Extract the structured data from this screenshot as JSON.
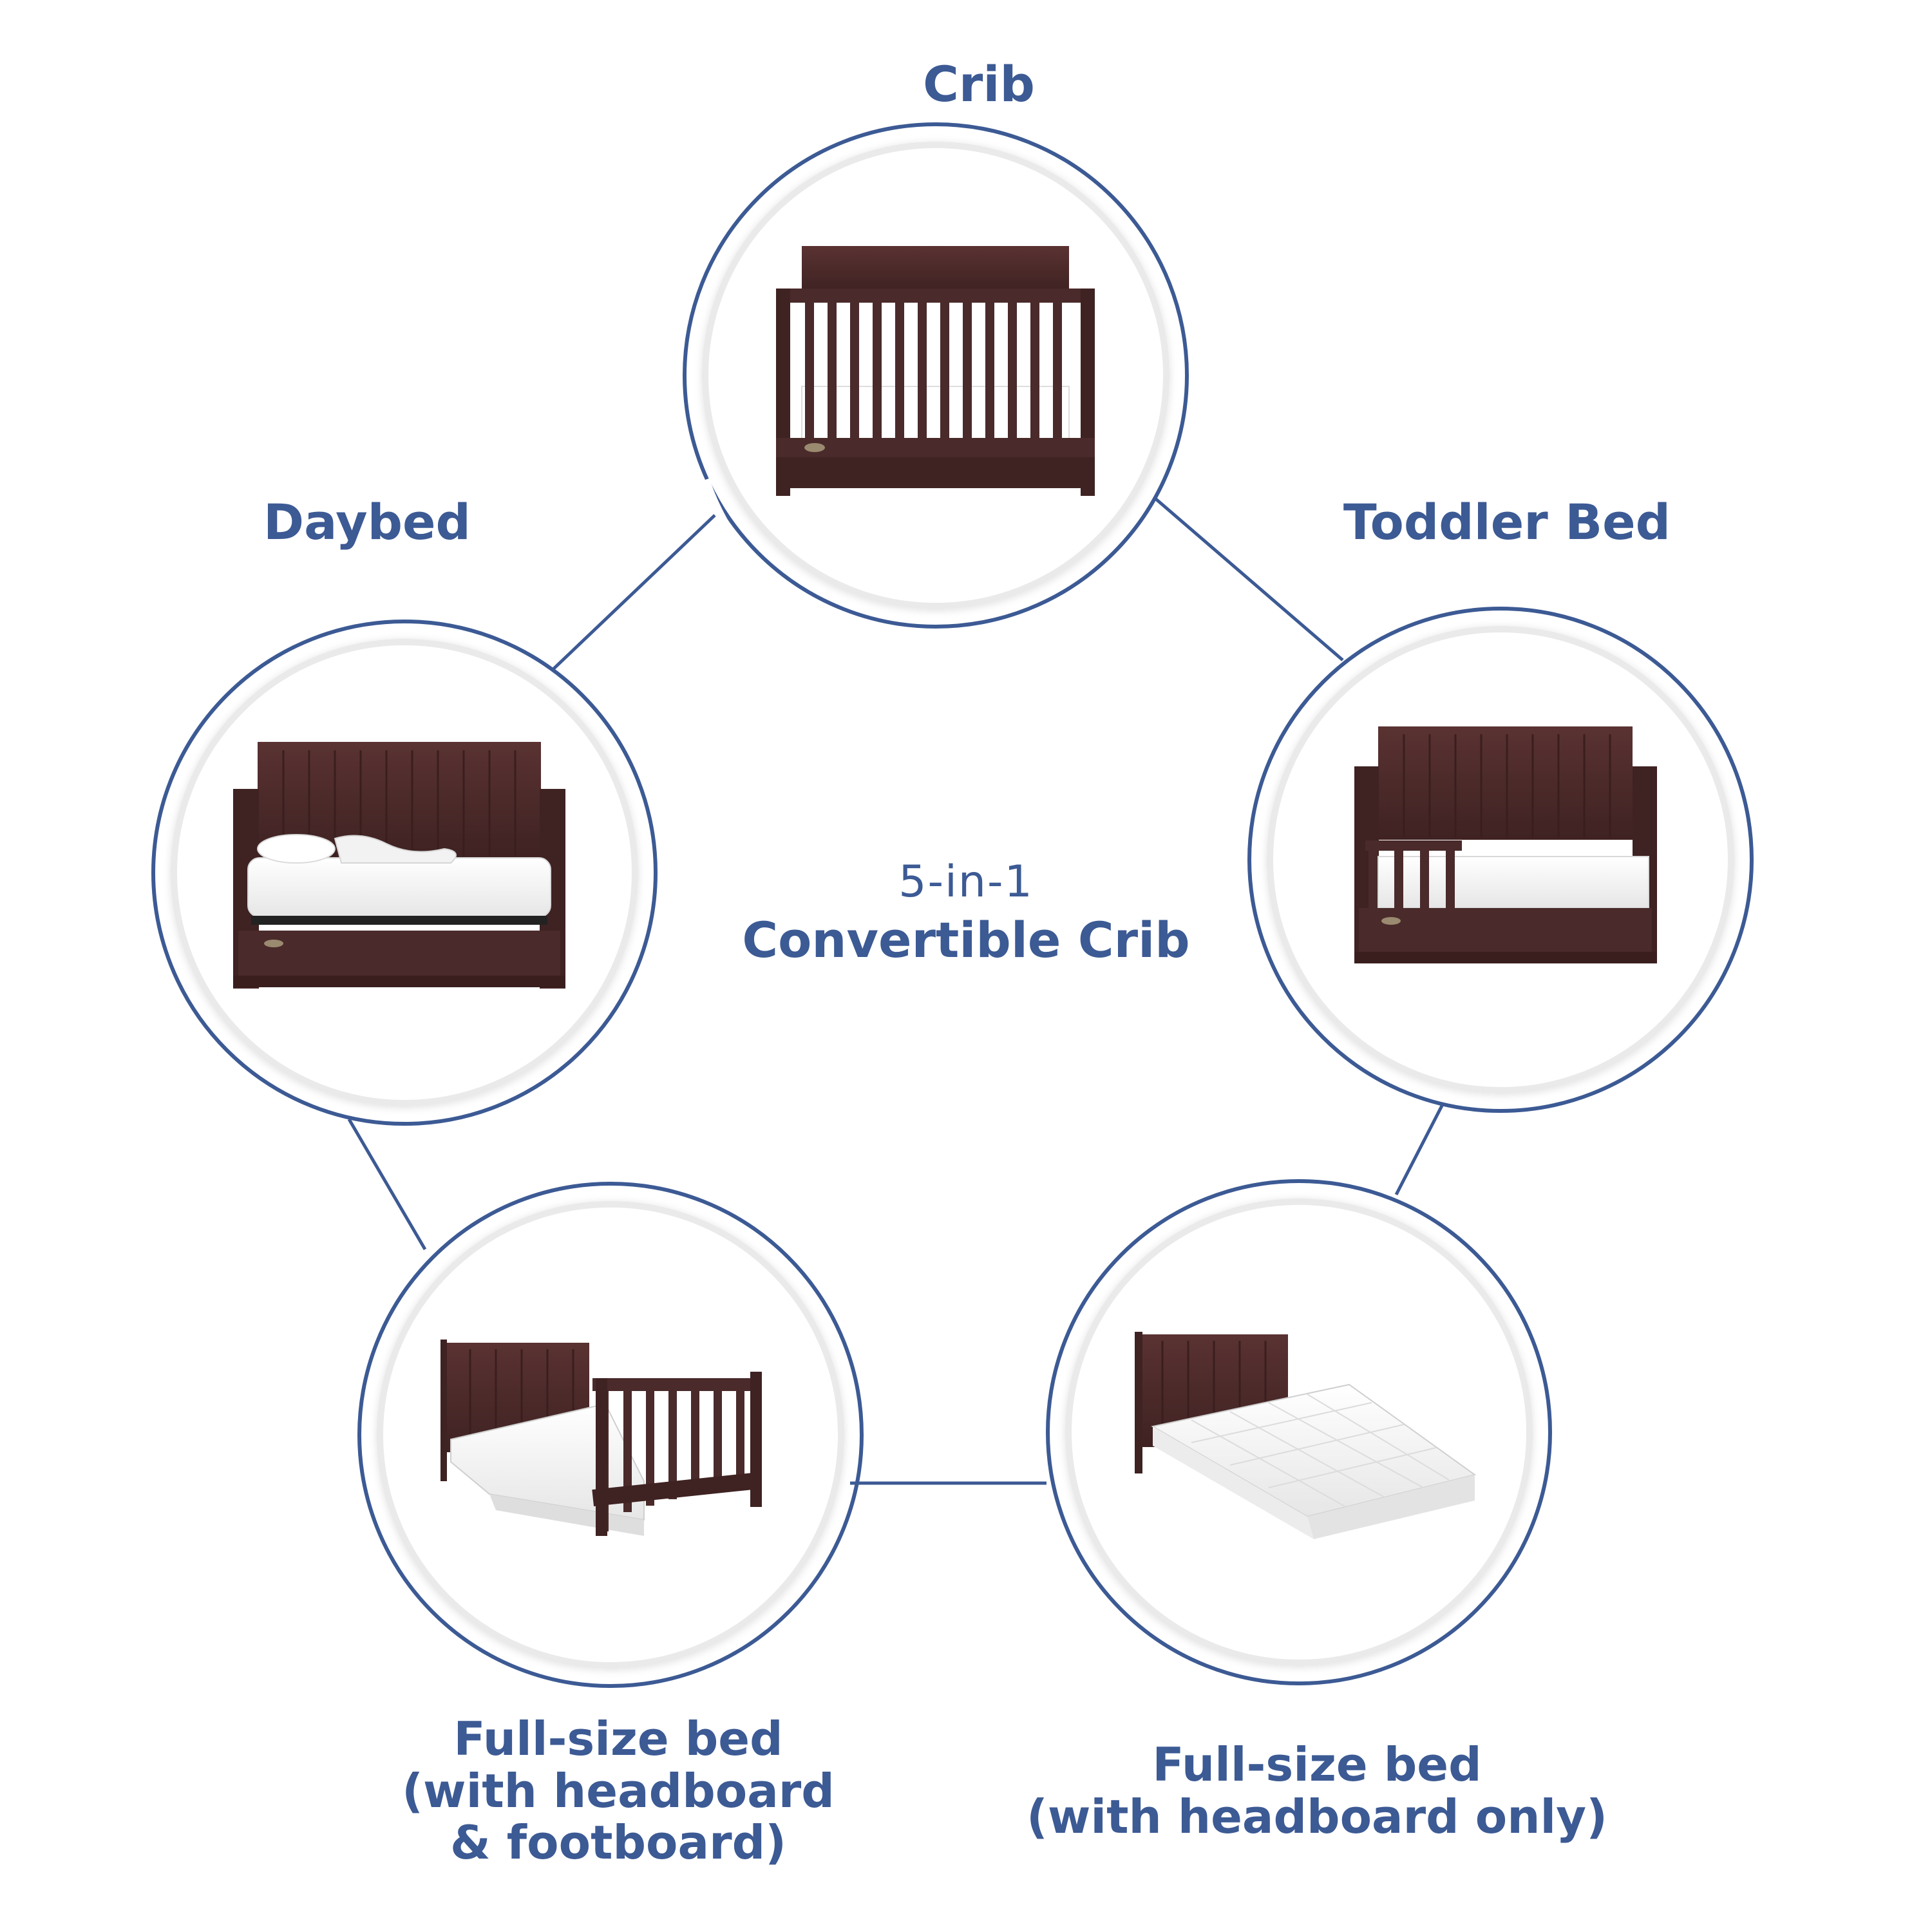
{
  "center": {
    "line1": "5-in-1",
    "line2": "Convertible Crib"
  },
  "stages": {
    "crib": {
      "label": "Crib"
    },
    "daybed": {
      "label": "Daybed"
    },
    "toddler_bed": {
      "label": "Toddler Bed"
    },
    "full_hf": {
      "label": "Full-size bed\n(with headboard\n& footboard)"
    },
    "full_h": {
      "label": "Full-size bed\n(with headboard only)"
    }
  },
  "colors": {
    "accent": "#3c5a94",
    "wood": "#4a2a2a",
    "wood_dark": "#3a1e1e",
    "mattress": "#ffffff",
    "ring_inner": "#eeeeee"
  }
}
